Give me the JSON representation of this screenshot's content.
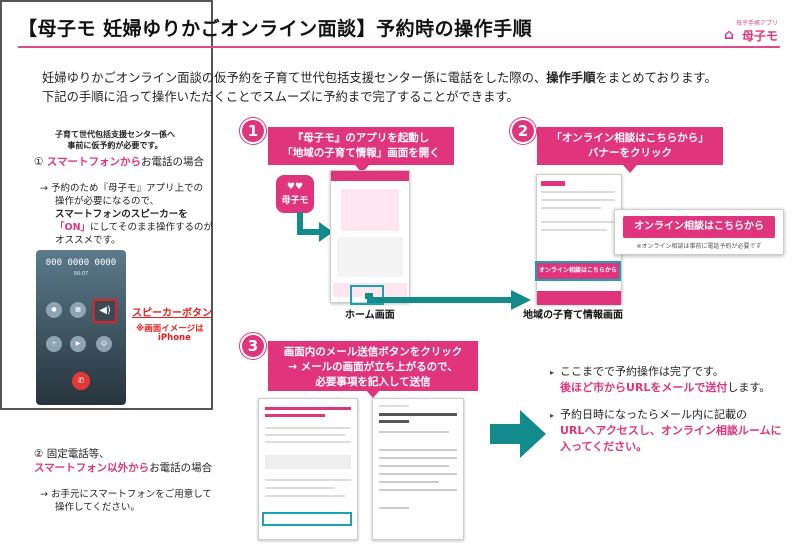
{
  "header": {
    "title": "【母子モ 妊婦ゆりかごオンライン面談】予約時の操作手順",
    "logo_caption": "母子手帳アプリ",
    "logo_text": "母子モ",
    "accent": "#e0357d"
  },
  "intro": {
    "line1_pre": "妊婦ゆりかごオンライン面談の仮予約を子育て世代包括支援センター係に電話をした際の、",
    "line1_bold": "操作手順",
    "line1_post": "をまとめております。",
    "line2": "下記の手順に沿って操作いただくことでスムーズに予約まで完了することができます。"
  },
  "left_panel": {
    "heading_1": "子育て世代包括支援センター係へ",
    "heading_2": "事前に仮予約が必要です。",
    "case1_num": "①",
    "case1_highlight": "スマートフォンから",
    "case1_rest": "お電話の場合",
    "case1_text1": "→ 予約のため『母子モ』アプリ上での",
    "case1_text2": "操作が必要になるので、",
    "case1_hl1": "スマートフォンのスピーカーを",
    "case1_hl2": "「ON」",
    "case1_text3": "にしてそのまま操作するのが",
    "case1_text4": "オススメです。",
    "phone_number": "000 0000 0000",
    "phone_time": "00:07",
    "speaker_label": "スピーカーボタン",
    "speaker_note1": "※画面イメージは",
    "speaker_note2": "iPhone",
    "case2_num": "②",
    "case2_text1": "固定電話等、",
    "case2_highlight": "スマートフォン以外から",
    "case2_rest": "お電話の場合",
    "case2_text2": "→ お手元にスマートフォンをご用意して",
    "case2_text3": "操作してください。"
  },
  "steps": [
    {
      "number": "1",
      "line1": "『母子モ』のアプリを起動し",
      "line2": "「地域の子育て情報」画面を開く"
    },
    {
      "number": "2",
      "line1": "「オンライン相談はこちらから」",
      "line2": "バナーをクリック"
    },
    {
      "number": "3",
      "line1": "画面内のメール送信ボタンをクリック",
      "line2": "→ メールの画面が立ち上がるので、",
      "line3": "必要事項を記入して送信"
    }
  ],
  "app_icon_text": "母子モ",
  "captions": {
    "home": "ホーム画面",
    "local": "地域の子育て情報画面"
  },
  "banner": {
    "label": "オンライン相談はこちらから",
    "sub": "※オンライン相談は事前に電話予約が必要です"
  },
  "right_notes": {
    "note1_l1": "ここまでで予約操作は完了です。",
    "note1_red": "後ほど市からURLをメールで送付",
    "note1_rest": "します。",
    "note2_l1": "予約日時になったらメール内に記載の",
    "note2_red1": "URLへアクセスし、オンライン相談ルームに",
    "note2_red2": "入ってください。"
  },
  "icons": [
    "speaker-icon",
    "phone-end-icon",
    "arrow-right-icon",
    "logo-icon"
  ]
}
